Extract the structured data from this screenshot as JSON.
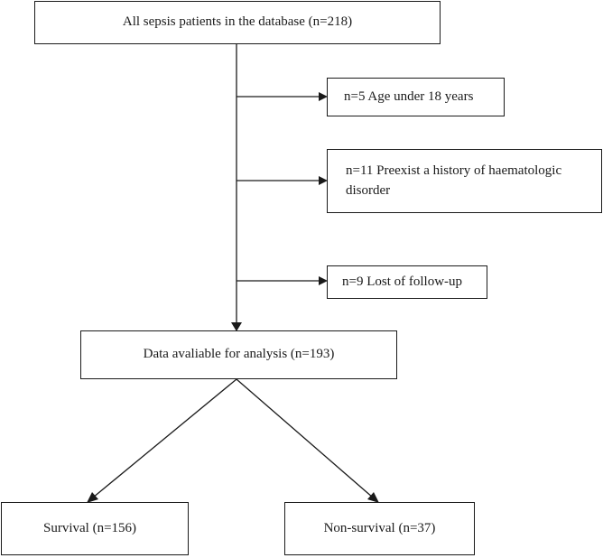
{
  "flowchart": {
    "start": "All sepsis patients in the database (n=218)",
    "exclusions": [
      "n=5 Age under 18 years",
      "n=11 Preexist a history of haematologic disorder",
      "n=9 Lost of follow-up"
    ],
    "analysis": "Data avaliable for analysis (n=193)",
    "outcomes": [
      "Survival (n=156)",
      "Non-survival (n=37)"
    ]
  }
}
